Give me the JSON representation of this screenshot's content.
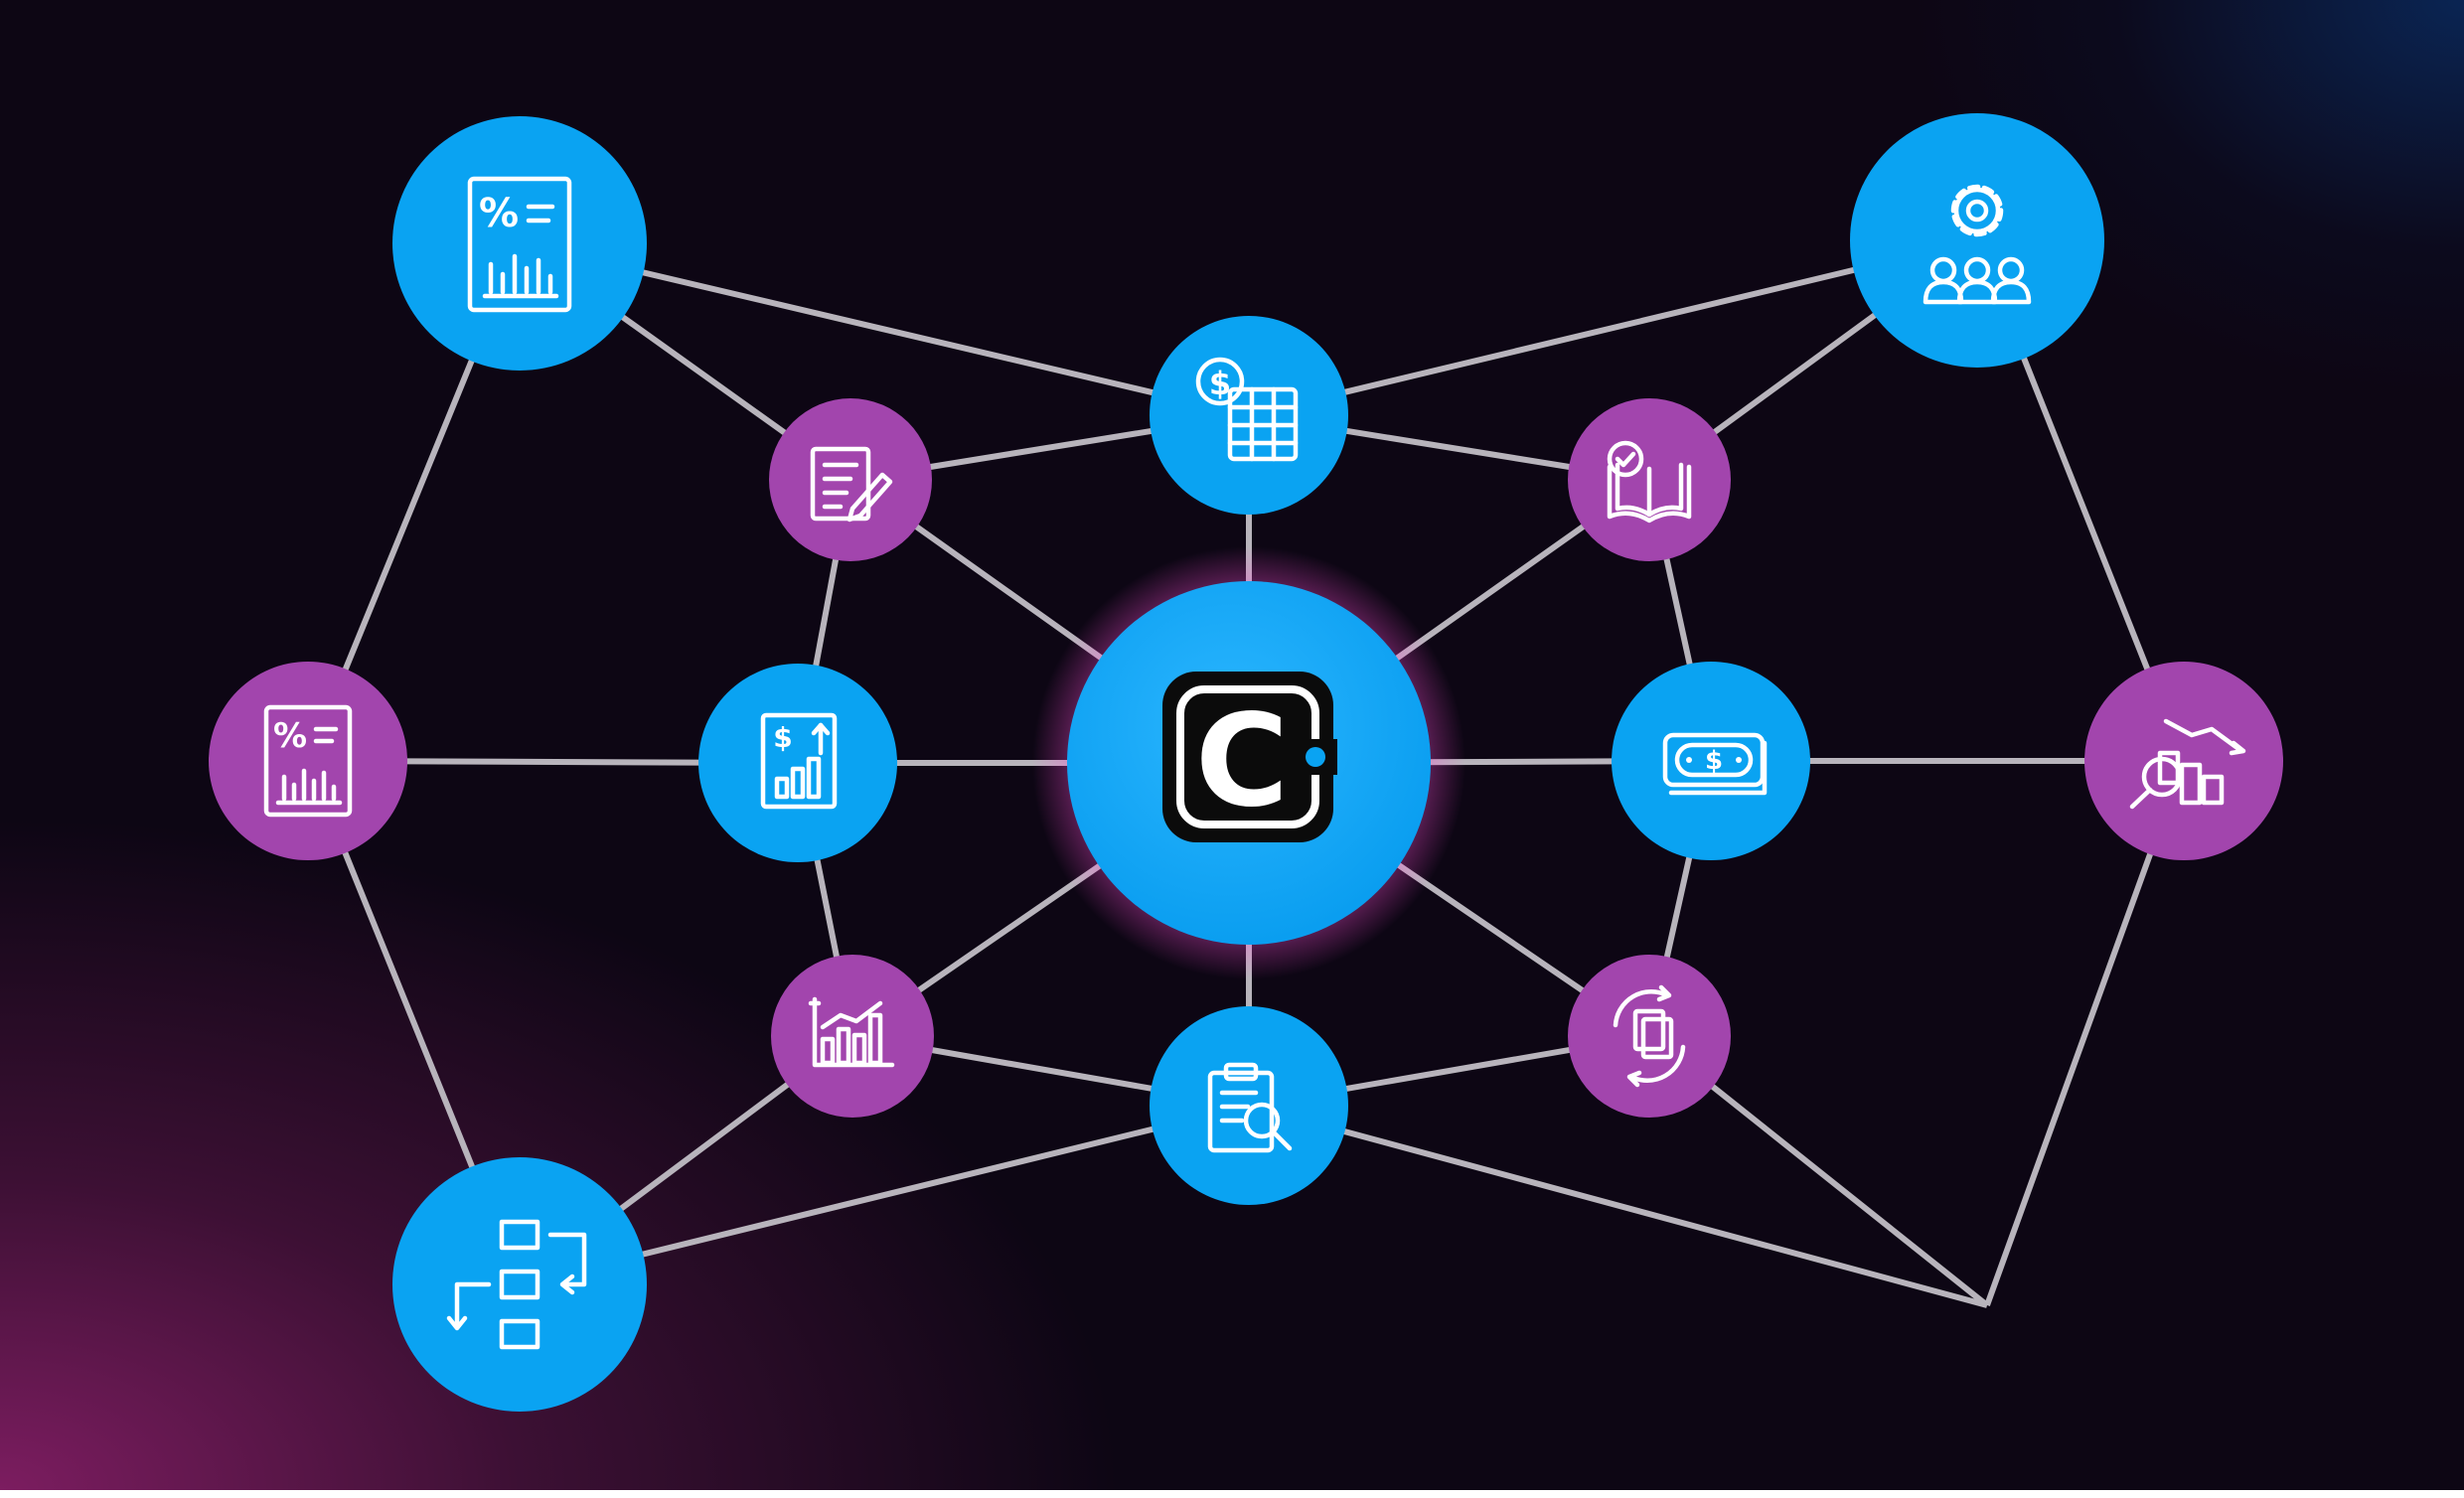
{
  "diagram": {
    "background": {
      "base": "#0d0614",
      "glow_bottom_left": "#7a1e62",
      "glow_top_right": "#0a2a5a"
    },
    "colors": {
      "blue": "#0aa3f2",
      "purple": "#a245ad",
      "edge": "#b8b4bc",
      "logo_dark": "#0b0b0b",
      "logo_accent": "#0aa3f2"
    },
    "center_logo": {
      "letter": "C"
    },
    "nodes": [
      {
        "id": "hub",
        "color": "blue",
        "icon": "company-logo-c"
      },
      {
        "id": "top-left",
        "color": "blue",
        "icon": "percent-report-icon",
        "glyph": "%"
      },
      {
        "id": "top-center",
        "color": "blue",
        "icon": "dollar-spreadsheet-icon",
        "glyph": "$"
      },
      {
        "id": "top-right",
        "color": "blue",
        "icon": "gear-team-icon"
      },
      {
        "id": "upper-left-inner",
        "color": "purple",
        "icon": "document-pen-icon"
      },
      {
        "id": "upper-right-inner",
        "color": "purple",
        "icon": "book-check-icon"
      },
      {
        "id": "mid-left-outer",
        "color": "purple",
        "icon": "percent-report-icon",
        "glyph": "%"
      },
      {
        "id": "mid-left-inner",
        "color": "blue",
        "icon": "dollar-growth-report-icon",
        "glyph": "$"
      },
      {
        "id": "mid-right-inner",
        "color": "blue",
        "icon": "banknote-icon",
        "glyph": "$"
      },
      {
        "id": "mid-right-outer",
        "color": "purple",
        "icon": "magnify-chart-decline-icon"
      },
      {
        "id": "lower-left-inner",
        "color": "purple",
        "icon": "bar-chart-growth-icon"
      },
      {
        "id": "bottom-center",
        "color": "blue",
        "icon": "clipboard-search-icon"
      },
      {
        "id": "lower-right-inner",
        "color": "purple",
        "icon": "document-sync-icon"
      },
      {
        "id": "bottom-left",
        "color": "blue",
        "icon": "workflow-blocks-icon"
      },
      {
        "id": "bottom-right-junction",
        "color": "none",
        "icon": ""
      }
    ],
    "edges": [
      [
        "top-left",
        "upper-left-inner"
      ],
      [
        "top-left",
        "top-center"
      ],
      [
        "top-left",
        "mid-left-outer"
      ],
      [
        "top-center",
        "upper-left-inner"
      ],
      [
        "top-center",
        "upper-right-inner"
      ],
      [
        "top-center",
        "top-right"
      ],
      [
        "top-center",
        "hub"
      ],
      [
        "top-right",
        "upper-right-inner"
      ],
      [
        "top-right",
        "mid-right-outer"
      ],
      [
        "upper-left-inner",
        "hub"
      ],
      [
        "upper-left-inner",
        "mid-left-inner"
      ],
      [
        "upper-right-inner",
        "hub"
      ],
      [
        "upper-right-inner",
        "mid-right-inner"
      ],
      [
        "mid-left-outer",
        "mid-left-inner"
      ],
      [
        "mid-left-outer",
        "bottom-left"
      ],
      [
        "mid-left-inner",
        "hub"
      ],
      [
        "mid-left-inner",
        "lower-left-inner"
      ],
      [
        "hub",
        "mid-right-inner"
      ],
      [
        "mid-right-inner",
        "mid-right-outer"
      ],
      [
        "hub",
        "lower-left-inner"
      ],
      [
        "hub",
        "lower-right-inner"
      ],
      [
        "hub",
        "bottom-center"
      ],
      [
        "mid-right-inner",
        "lower-right-inner"
      ],
      [
        "lower-left-inner",
        "bottom-center"
      ],
      [
        "lower-left-inner",
        "bottom-left"
      ],
      [
        "bottom-center",
        "lower-right-inner"
      ],
      [
        "bottom-center",
        "bottom-left"
      ],
      [
        "bottom-center",
        "bottom-right-junction"
      ],
      [
        "lower-right-inner",
        "bottom-right-junction"
      ],
      [
        "mid-right-outer",
        "bottom-right-junction"
      ]
    ]
  }
}
